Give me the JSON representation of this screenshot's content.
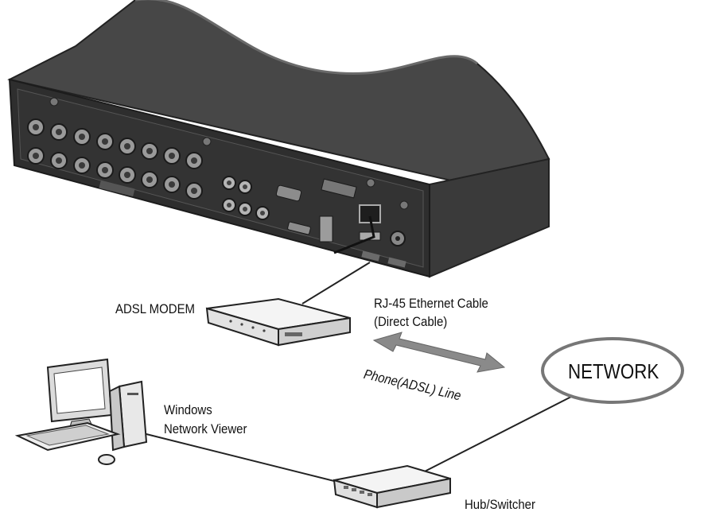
{
  "labels": {
    "adsl_modem": "ADSL MODEM",
    "rj45_line1": "RJ-45 Ethernet Cable",
    "rj45_line2": "(Direct Cable)",
    "phone_line": "Phone(ADSL) Line",
    "network": "NETWORK",
    "viewer_line1": "Windows",
    "viewer_line2": "Network Viewer",
    "hub": "Hub/Switcher"
  },
  "colors": {
    "dvr_body": "#3f3f3f",
    "dvr_panel": "#2b2b2b",
    "outline": "#222222",
    "arrow": "#8a8a8a",
    "device_light": "#f2f2f2"
  },
  "icons": [
    "dvr-device",
    "adsl-modem-icon",
    "computer-icon",
    "hub-switch-icon",
    "network-cloud-icon",
    "double-arrow-icon"
  ]
}
